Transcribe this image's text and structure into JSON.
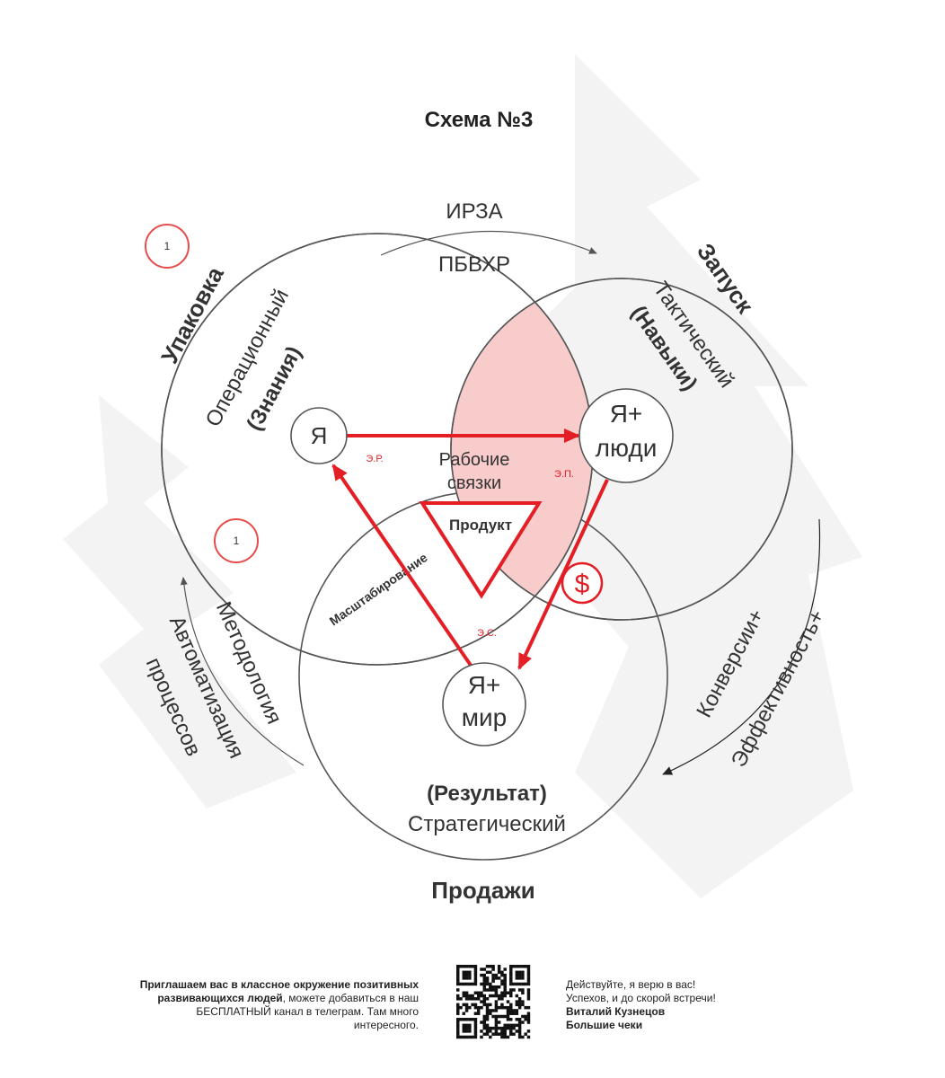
{
  "title": "Схема №3",
  "colors": {
    "accent": "#e31e24",
    "highlight": "#f9cccc",
    "line": "#555555",
    "watermark": "#f2f2f2"
  },
  "top_arrow": {
    "top_label": "ИРЗА",
    "bottom_label": "ПБВХР"
  },
  "circles": {
    "left": {
      "name": "Упаковка",
      "type": "Операционный",
      "note": "(Знания)"
    },
    "right": {
      "name": "Запуск",
      "type": "Тактический",
      "note": "(Навыки)"
    },
    "bottom": {
      "name": "Продажи",
      "type": "Стратегический",
      "note": "(Результат)"
    }
  },
  "intersections": {
    "top": "Рабочие связки",
    "top_line1": "Рабочие",
    "top_line2": "связки",
    "center": "Продукт",
    "left_bottom": "Масштабирование"
  },
  "nodes": {
    "me": "Я",
    "me_people_line1": "Я+",
    "me_people_line2": "люди",
    "me_world_line1": "Я+",
    "me_world_line2": "мир"
  },
  "edge_labels": {
    "er": "Э.Р.",
    "ep": "Э.П.",
    "es": "Э.С."
  },
  "dollar_icon": "$",
  "badges": [
    "1",
    "1"
  ],
  "left_arrow": {
    "line1": "Методология",
    "line2": "Автоматизация",
    "line3": "процессов"
  },
  "right_arrow": {
    "line1": "Конверсии+",
    "line2": "Эффективность+"
  },
  "footer": {
    "left_bold": "Приглашаем вас в классное окружение позитивных развивающихся людей",
    "left_rest": ", можете добавиться в наш БЕСПЛАТНЫЙ канал в телеграм. Там много интересного.",
    "right_line1": "Действуйте, я верю в вас!",
    "right_line2": "Успехов, и до скорой встречи!",
    "right_name": "Виталий Кузнецов",
    "right_brand": "Большие чеки"
  }
}
